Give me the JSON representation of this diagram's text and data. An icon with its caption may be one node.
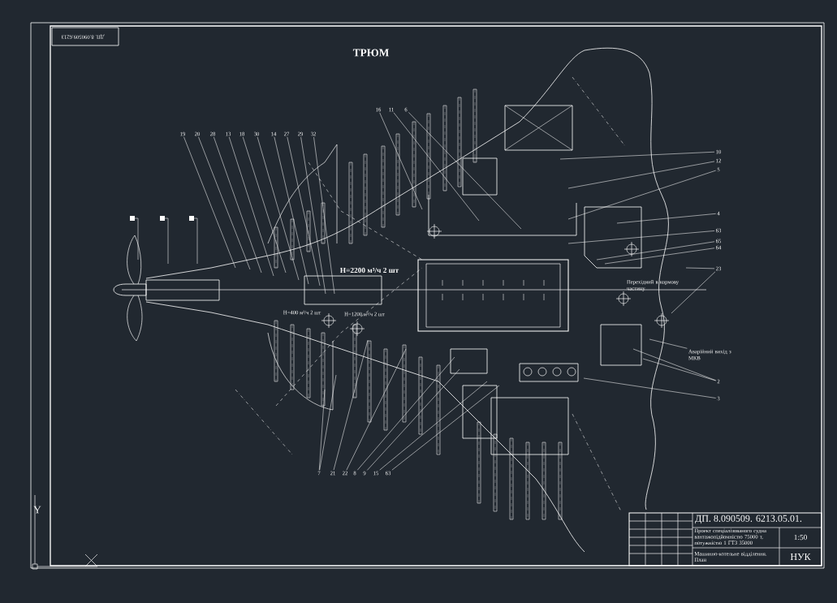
{
  "diagram": {
    "title": "ТРЮМ",
    "nodes": [
      {
        "text": [
          "19"
        ]
      },
      {
        "text": [
          "20"
        ]
      },
      {
        "text": [
          "28"
        ]
      },
      {
        "text": [
          "13"
        ]
      },
      {
        "text": [
          "18"
        ]
      },
      {
        "text": [
          "30"
        ]
      },
      {
        "text": [
          "14"
        ]
      },
      {
        "text": [
          "27"
        ]
      },
      {
        "text": [
          "29"
        ]
      },
      {
        "text": [
          "32"
        ]
      },
      {
        "text": [
          "16"
        ]
      },
      {
        "text": [
          "11"
        ]
      },
      {
        "text": [
          "6"
        ]
      },
      {
        "text": [
          "10"
        ]
      },
      {
        "text": [
          "12"
        ]
      },
      {
        "text": [
          "5"
        ]
      },
      {
        "text": [
          "4"
        ]
      },
      {
        "text": [
          "63"
        ]
      },
      {
        "text": [
          "65"
        ]
      },
      {
        "text": [
          "64"
        ]
      },
      {
        "text": [
          "23"
        ]
      },
      {
        "text": [
          "2"
        ]
      },
      {
        "text": [
          "3"
        ]
      },
      {
        "text": [
          "7"
        ]
      },
      {
        "text": [
          "21"
        ]
      },
      {
        "text": [
          "22"
        ]
      },
      {
        "text": [
          "8"
        ]
      },
      {
        "text": [
          "9"
        ]
      },
      {
        "text": [
          "15"
        ]
      },
      {
        "text": [
          "63"
        ]
      },
      {
        "text": [
          "Аварійний вихід з МКВ"
        ]
      }
    ],
    "edges": [
      {
        "from": 0,
        "to": null,
        "arrow": "none"
      },
      {
        "from": 1,
        "to": null,
        "arrow": "none"
      },
      {
        "from": 2,
        "to": null,
        "arrow": "none"
      },
      {
        "from": 3,
        "to": null,
        "arrow": "none"
      },
      {
        "from": 4,
        "to": null,
        "arrow": "none"
      },
      {
        "from": 5,
        "to": null,
        "arrow": "none"
      },
      {
        "from": 6,
        "to": null,
        "arrow": "none"
      },
      {
        "from": 7,
        "to": null,
        "arrow": "none"
      },
      {
        "from": 8,
        "to": null,
        "arrow": "none"
      },
      {
        "from": 9,
        "to": null,
        "arrow": "none"
      },
      {
        "from": 10,
        "to": null,
        "arrow": "none"
      },
      {
        "from": 11,
        "to": null,
        "arrow": "none"
      },
      {
        "from": 12,
        "to": null,
        "arrow": "none"
      },
      {
        "from": 13,
        "to": null,
        "arrow": "none"
      },
      {
        "from": 14,
        "to": null,
        "arrow": "none"
      },
      {
        "from": 15,
        "to": null,
        "arrow": "none"
      },
      {
        "from": 16,
        "to": null,
        "arrow": "none"
      },
      {
        "from": 17,
        "to": null,
        "arrow": "none"
      },
      {
        "from": 18,
        "to": null,
        "arrow": "none"
      },
      {
        "from": 19,
        "to": null,
        "arrow": "none"
      },
      {
        "from": 20,
        "to": null,
        "arrow": "none"
      },
      {
        "from": 20,
        "to": null,
        "arrow": "none"
      },
      {
        "from": 21,
        "to": null,
        "arrow": "none"
      },
      {
        "from": 21,
        "to": null,
        "arrow": "none"
      },
      {
        "from": 22,
        "to": null,
        "arrow": "none"
      },
      {
        "from": 23,
        "to": null,
        "arrow": "none"
      },
      {
        "from": 23,
        "to": null,
        "arrow": "none"
      },
      {
        "from": 24,
        "to": null,
        "arrow": "none"
      },
      {
        "from": 25,
        "to": null,
        "arrow": "none"
      },
      {
        "from": 26,
        "to": null,
        "arrow": "none"
      },
      {
        "from": 27,
        "to": null,
        "arrow": "none"
      },
      {
        "from": 28,
        "to": null,
        "arrow": "none"
      },
      {
        "from": 29,
        "to": null,
        "arrow": "none"
      },
      {
        "from": 30,
        "to": null,
        "arrow": "none"
      }
    ],
    "labels": [
      "ДП. 8.090509.6213",
      "Н=2200 м³/ч 2 шт",
      "Н=400 м³/ч 2 шт",
      "Н=1200 м³/ч 2 шт",
      "Перехідний в кормову частину",
      "ДП. 8.090509. 6213.05.01.",
      "Проект спеціалізованого судна вантажопідйомністю 75000 т, потужністю 1 ГТЗ 35000",
      "1:50",
      "Машинно-котельне відділення. План",
      "НУК",
      "Y"
    ]
  }
}
